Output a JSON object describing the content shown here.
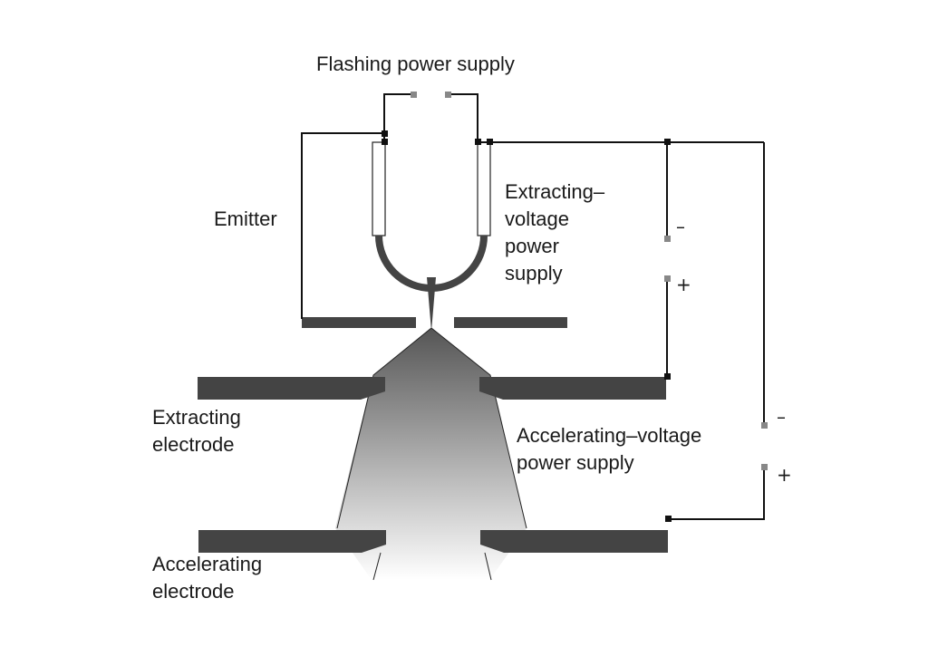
{
  "labels": {
    "flashing_power_supply": "Flashing power supply",
    "emitter": "Emitter",
    "extracting_voltage_power_supply": [
      "Extracting–",
      "voltage",
      "power",
      "supply"
    ],
    "accelerating_voltage_power_supply": [
      "Accelerating–voltage",
      "power supply"
    ],
    "extracting_electrode": [
      "Extracting",
      "electrode"
    ],
    "accelerating_electrode": [
      "Accelerating",
      "electrode"
    ]
  },
  "polarity": {
    "extracting_minus": "–",
    "extracting_plus": "+",
    "accelerating_minus": "–",
    "accelerating_plus": "+"
  },
  "colors": {
    "electrode": "#444444",
    "wire": "#111111",
    "terminal": "#888888",
    "beam_top": "#555555",
    "beam_bottom": "#ffffff"
  }
}
